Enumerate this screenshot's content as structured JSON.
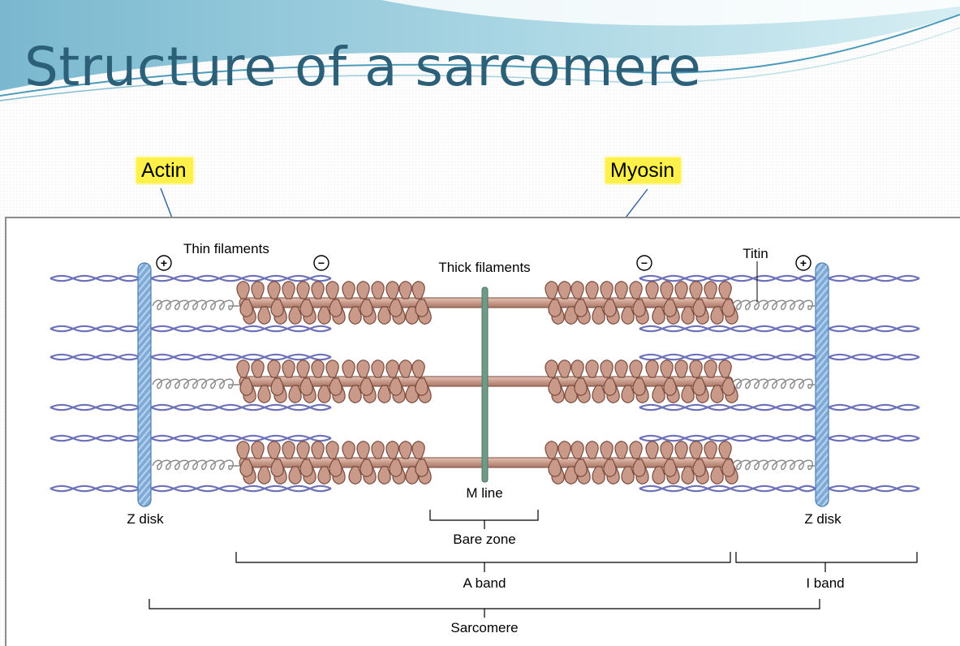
{
  "slide": {
    "title": "Structure of a sarcomere"
  },
  "callouts": {
    "actin": "Actin",
    "myosin": "Myosin"
  },
  "diagram": {
    "labels": {
      "thin_filaments": "Thin filaments",
      "thick_filaments": "Thick filaments",
      "titin": "Titin",
      "z_disk_left": "Z disk",
      "z_disk_right": "Z disk",
      "m_line": "M line",
      "bare_zone": "Bare zone",
      "a_band": "A band",
      "i_band": "I band",
      "sarcomere": "Sarcomere"
    },
    "polarity": {
      "plus": "+",
      "minus": "−"
    },
    "colors": {
      "title": "#2c5f78",
      "highlight": "#fff04a",
      "actin": "#6c70b8",
      "z_disk": "#7eaad8",
      "myosin_fill": "#c99a8a",
      "myosin_stroke": "#7a4a3c",
      "m_line": "#6f9a88",
      "titin": "#8a8a8a"
    }
  }
}
